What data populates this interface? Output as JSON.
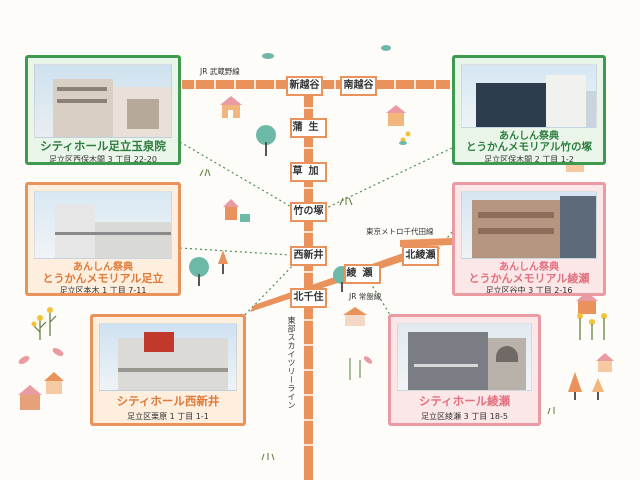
{
  "lines": {
    "musashino": "JR 武蔵野線",
    "chiyoda": "東京メトロ千代田線",
    "joban": "JR 常盤線",
    "skytree": "東部スカイツリーライン"
  },
  "stations": {
    "shinkoshigaya": "新越谷",
    "minamikoshigaya": "南越谷",
    "gamo": "蒲生",
    "soka": "草加",
    "takenotsuka": "竹の塚",
    "nishiarai": "西新井",
    "kitasenju": "北千住",
    "ayase": "綾瀬",
    "kitaayase": "北綾瀬"
  },
  "venues": {
    "tamazumiin": {
      "title": "シティホール足立玉泉院",
      "address": "足立区西保木間 3 丁目 22-20"
    },
    "takenotsuka": {
      "prefix": "あんしん祭典",
      "title": "とうかんメモリアル竹の塚",
      "address": "足立区保木間 2 丁目 1-2"
    },
    "adachi": {
      "prefix": "あんしん祭典",
      "title": "とうかんメモリアル足立",
      "address": "足立区本木 1 丁目 7-11"
    },
    "ayase": {
      "prefix": "あんしん祭典",
      "title": "とうかんメモリアル綾瀬",
      "address": "足立区谷中 3 丁目 2-16"
    },
    "nishiarai": {
      "title": "シティホール西新井",
      "address": "足立区栗原 1 丁目 1-1"
    },
    "ayase_hall": {
      "title": "シティホール綾瀬",
      "address": "足立区綾瀬 3 丁目 18-5"
    }
  },
  "colors": {
    "rail": "#e9925b",
    "green": "#3f9a4f",
    "orange": "#e9925b",
    "pink": "#ea9aa3",
    "tree": "#6cb9a7"
  }
}
